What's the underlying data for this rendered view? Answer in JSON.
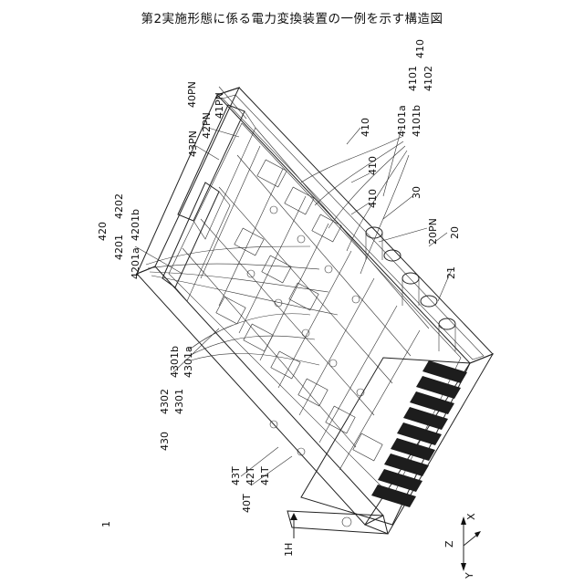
{
  "title": "第2実施形態に係る電力変換装置の一例を示す構造図",
  "labels": {
    "fig_ref": "1",
    "housing": "1H",
    "l40PN": "40PN",
    "l41PN": "41PN",
    "l42PN": "42PN",
    "l43PN": "43PN",
    "l410": "410",
    "l4101": "4101",
    "l4101a": "4101a",
    "l4101b": "4101b",
    "l4102": "4102",
    "l410_a": "410",
    "l410_b": "410",
    "l410_c": "410",
    "l30": "30",
    "l20PN": "20PN",
    "l20": "20",
    "l21": "21",
    "l420": "420",
    "l4201": "4201",
    "l4202": "4202",
    "l4201a": "4201a",
    "l4201b": "4201b",
    "l430": "430",
    "l4301": "4301",
    "l4302": "4302",
    "l4301a": "4301a",
    "l4301b": "4301b",
    "l40T": "40T",
    "l41T": "41T",
    "l42T": "42T",
    "l43T": "43T",
    "axis_x": "X",
    "axis_y": "Y",
    "axis_z": "Z"
  }
}
